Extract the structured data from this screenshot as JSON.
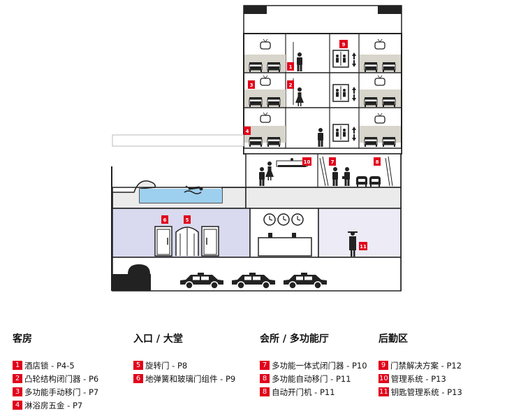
{
  "colors": {
    "accent": "#e1001a",
    "lobby": "#d9d9ef",
    "pool": "#9dcfee",
    "floor": "#ebebeb",
    "room_wall": "#d8d5cc"
  },
  "markers": {
    "m1": "1",
    "m2": "2",
    "m3": "3",
    "m4": "4",
    "m5": "5",
    "m6": "6",
    "m7": "7",
    "m8": "8",
    "m9": "9",
    "m10": "10",
    "m11": "11"
  },
  "legend": {
    "rooms": {
      "title": "客房",
      "items": [
        {
          "num": "1",
          "label": "酒店锁 - P4-5"
        },
        {
          "num": "2",
          "label": "凸轮结构闭门器 - P6"
        },
        {
          "num": "3",
          "label": "多功能手动移门 - P7"
        },
        {
          "num": "4",
          "label": "淋浴房五金 - P7"
        }
      ]
    },
    "lobby": {
      "title": "入口 / 大堂",
      "items": [
        {
          "num": "5",
          "label": "旋转门 - P8"
        },
        {
          "num": "6",
          "label": "地弹簧和玻璃门组件 - P9"
        }
      ]
    },
    "club": {
      "title": "会所 / 多功能厅",
      "items": [
        {
          "num": "7",
          "label": "多功能一体式闭门器 - P10"
        },
        {
          "num": "8",
          "label": "多功能自动移门 - P11"
        },
        {
          "num": "8",
          "label": "自动开门机 - P11"
        }
      ]
    },
    "back": {
      "title": "后勤区",
      "items": [
        {
          "num": "9",
          "label": "门禁解决方案 - P12"
        },
        {
          "num": "10",
          "label": "管理系统 - P13"
        },
        {
          "num": "11",
          "label": "钥匙管理系统 - P13"
        }
      ]
    }
  }
}
